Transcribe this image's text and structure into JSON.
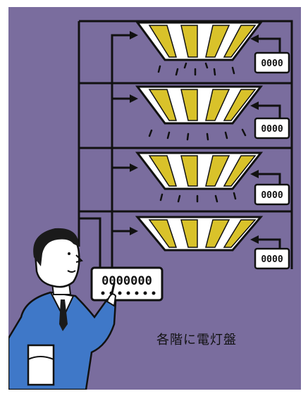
{
  "caption": "各階に電灯盤",
  "colors": {
    "background": "#7a6d9e",
    "line": "#111111",
    "lamp_yellow": "#d9c22a",
    "lamp_white": "#ffffff",
    "suit": "#3f78c8",
    "suit_dark": "#2c5aa0",
    "hair": "#1a1a1a",
    "skin": "#ffffff",
    "panel": "#ffffff"
  },
  "floors": [
    {
      "panel_label": "0000"
    },
    {
      "panel_label": "0000"
    },
    {
      "panel_label": "0000"
    },
    {
      "panel_label": "0000"
    }
  ],
  "main_panel": {
    "label": "0000000"
  }
}
